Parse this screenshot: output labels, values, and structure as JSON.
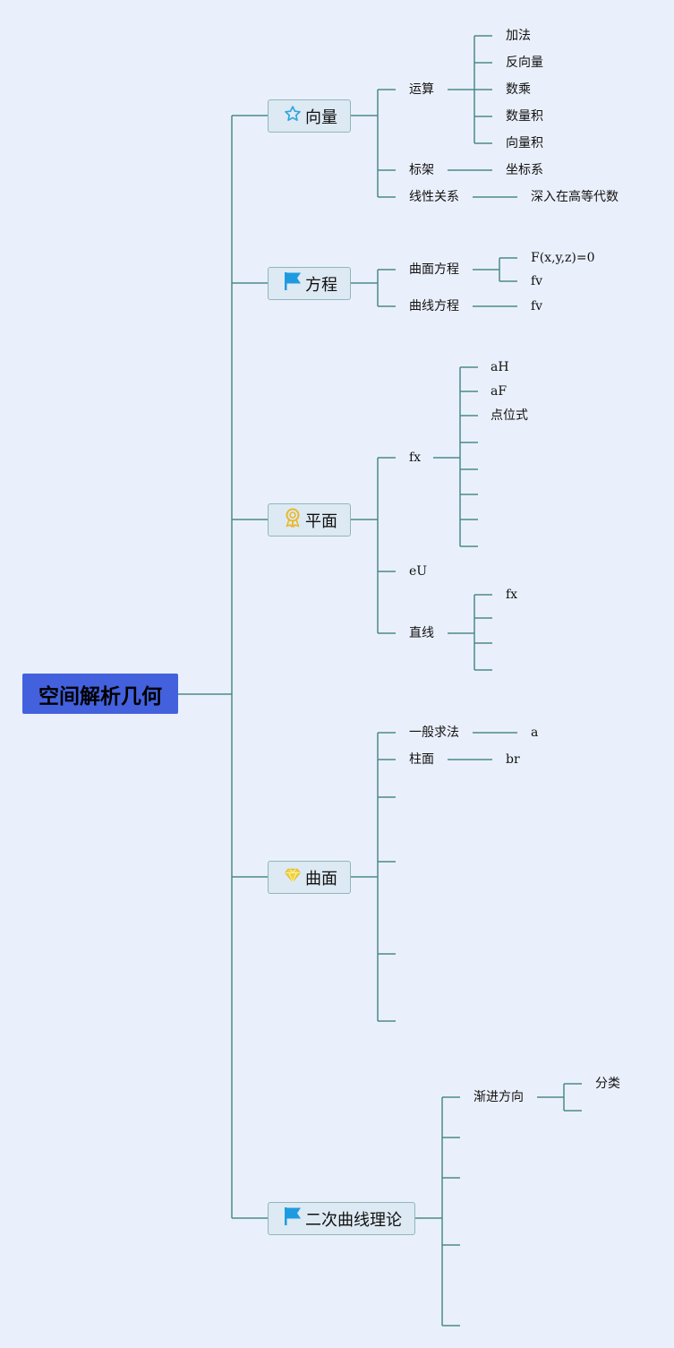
{
  "root": {
    "label": "空间解析几何"
  },
  "branches": {
    "vector": {
      "label": "向量",
      "icon": "star-icon",
      "children": {
        "ops": {
          "label": "运算",
          "items": [
            "加法",
            "反向量",
            "数乘",
            "数量积",
            "向量积"
          ]
        },
        "frame": {
          "label": "标架",
          "items": [
            "坐标系"
          ]
        },
        "linear": {
          "label": "线性关系",
          "items": [
            "深入在高等代数"
          ]
        }
      }
    },
    "equation": {
      "label": "方程",
      "icon": "flag-icon",
      "children": {
        "surface_eq": {
          "label": "曲面方程",
          "items": [
            "F(x,y,z)=0",
            "fv"
          ]
        },
        "curve_eq": {
          "label": "曲线方程",
          "items": [
            "fv"
          ]
        }
      }
    },
    "plane": {
      "label": "平面",
      "icon": "award-ribbon-icon",
      "children": {
        "fx": {
          "label": "fx",
          "items": [
            "aH",
            "aF",
            "点位式"
          ]
        },
        "eu": {
          "label": "eU"
        },
        "line": {
          "label": "直线",
          "items": [
            "fx"
          ]
        }
      }
    },
    "surface": {
      "label": "曲面",
      "icon": "diamond-icon",
      "children": {
        "general": {
          "label": "一般求法",
          "items": [
            "a"
          ]
        },
        "cylinder": {
          "label": "柱面",
          "items": [
            "br"
          ]
        }
      }
    },
    "conic": {
      "label": "二次曲线理论",
      "icon": "flag-icon",
      "children": {
        "asymptotic": {
          "label": "渐进方向",
          "items": [
            "分类"
          ]
        }
      }
    }
  },
  "colors": {
    "background": "#eaf0fb",
    "root_fill": "#4361dd",
    "branch_fill": "#dde9f3",
    "branch_border": "#8fb7bd",
    "connector": "#4a8a8a",
    "star": "#2fa6e0",
    "flag": "#1e9be0",
    "award": "#e8b92c",
    "diamond": "#f2d23a"
  }
}
